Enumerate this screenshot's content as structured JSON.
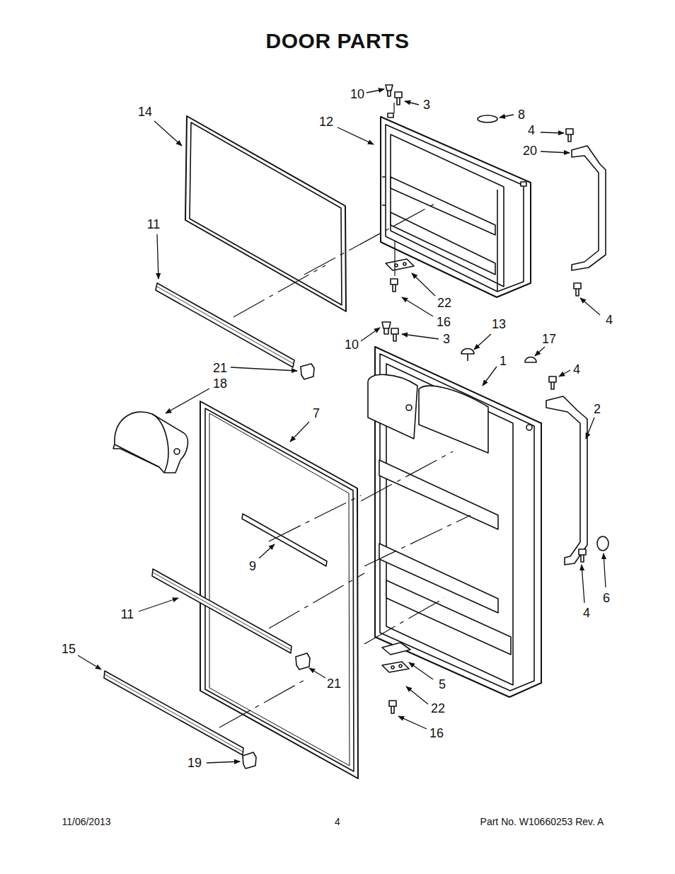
{
  "diagram": {
    "title": "DOOR PARTS",
    "labels": [
      "10",
      "3",
      "8",
      "14",
      "12",
      "4",
      "20",
      "11",
      "22",
      "16",
      "4",
      "10",
      "3",
      "13",
      "17",
      "1",
      "4",
      "21",
      "18",
      "2",
      "7",
      "9",
      "4",
      "6",
      "11",
      "21",
      "5",
      "15",
      "22",
      "16",
      "19",
      "11/06/2013",
      "4",
      "Part No. W10660253 Rev. A"
    ]
  }
}
